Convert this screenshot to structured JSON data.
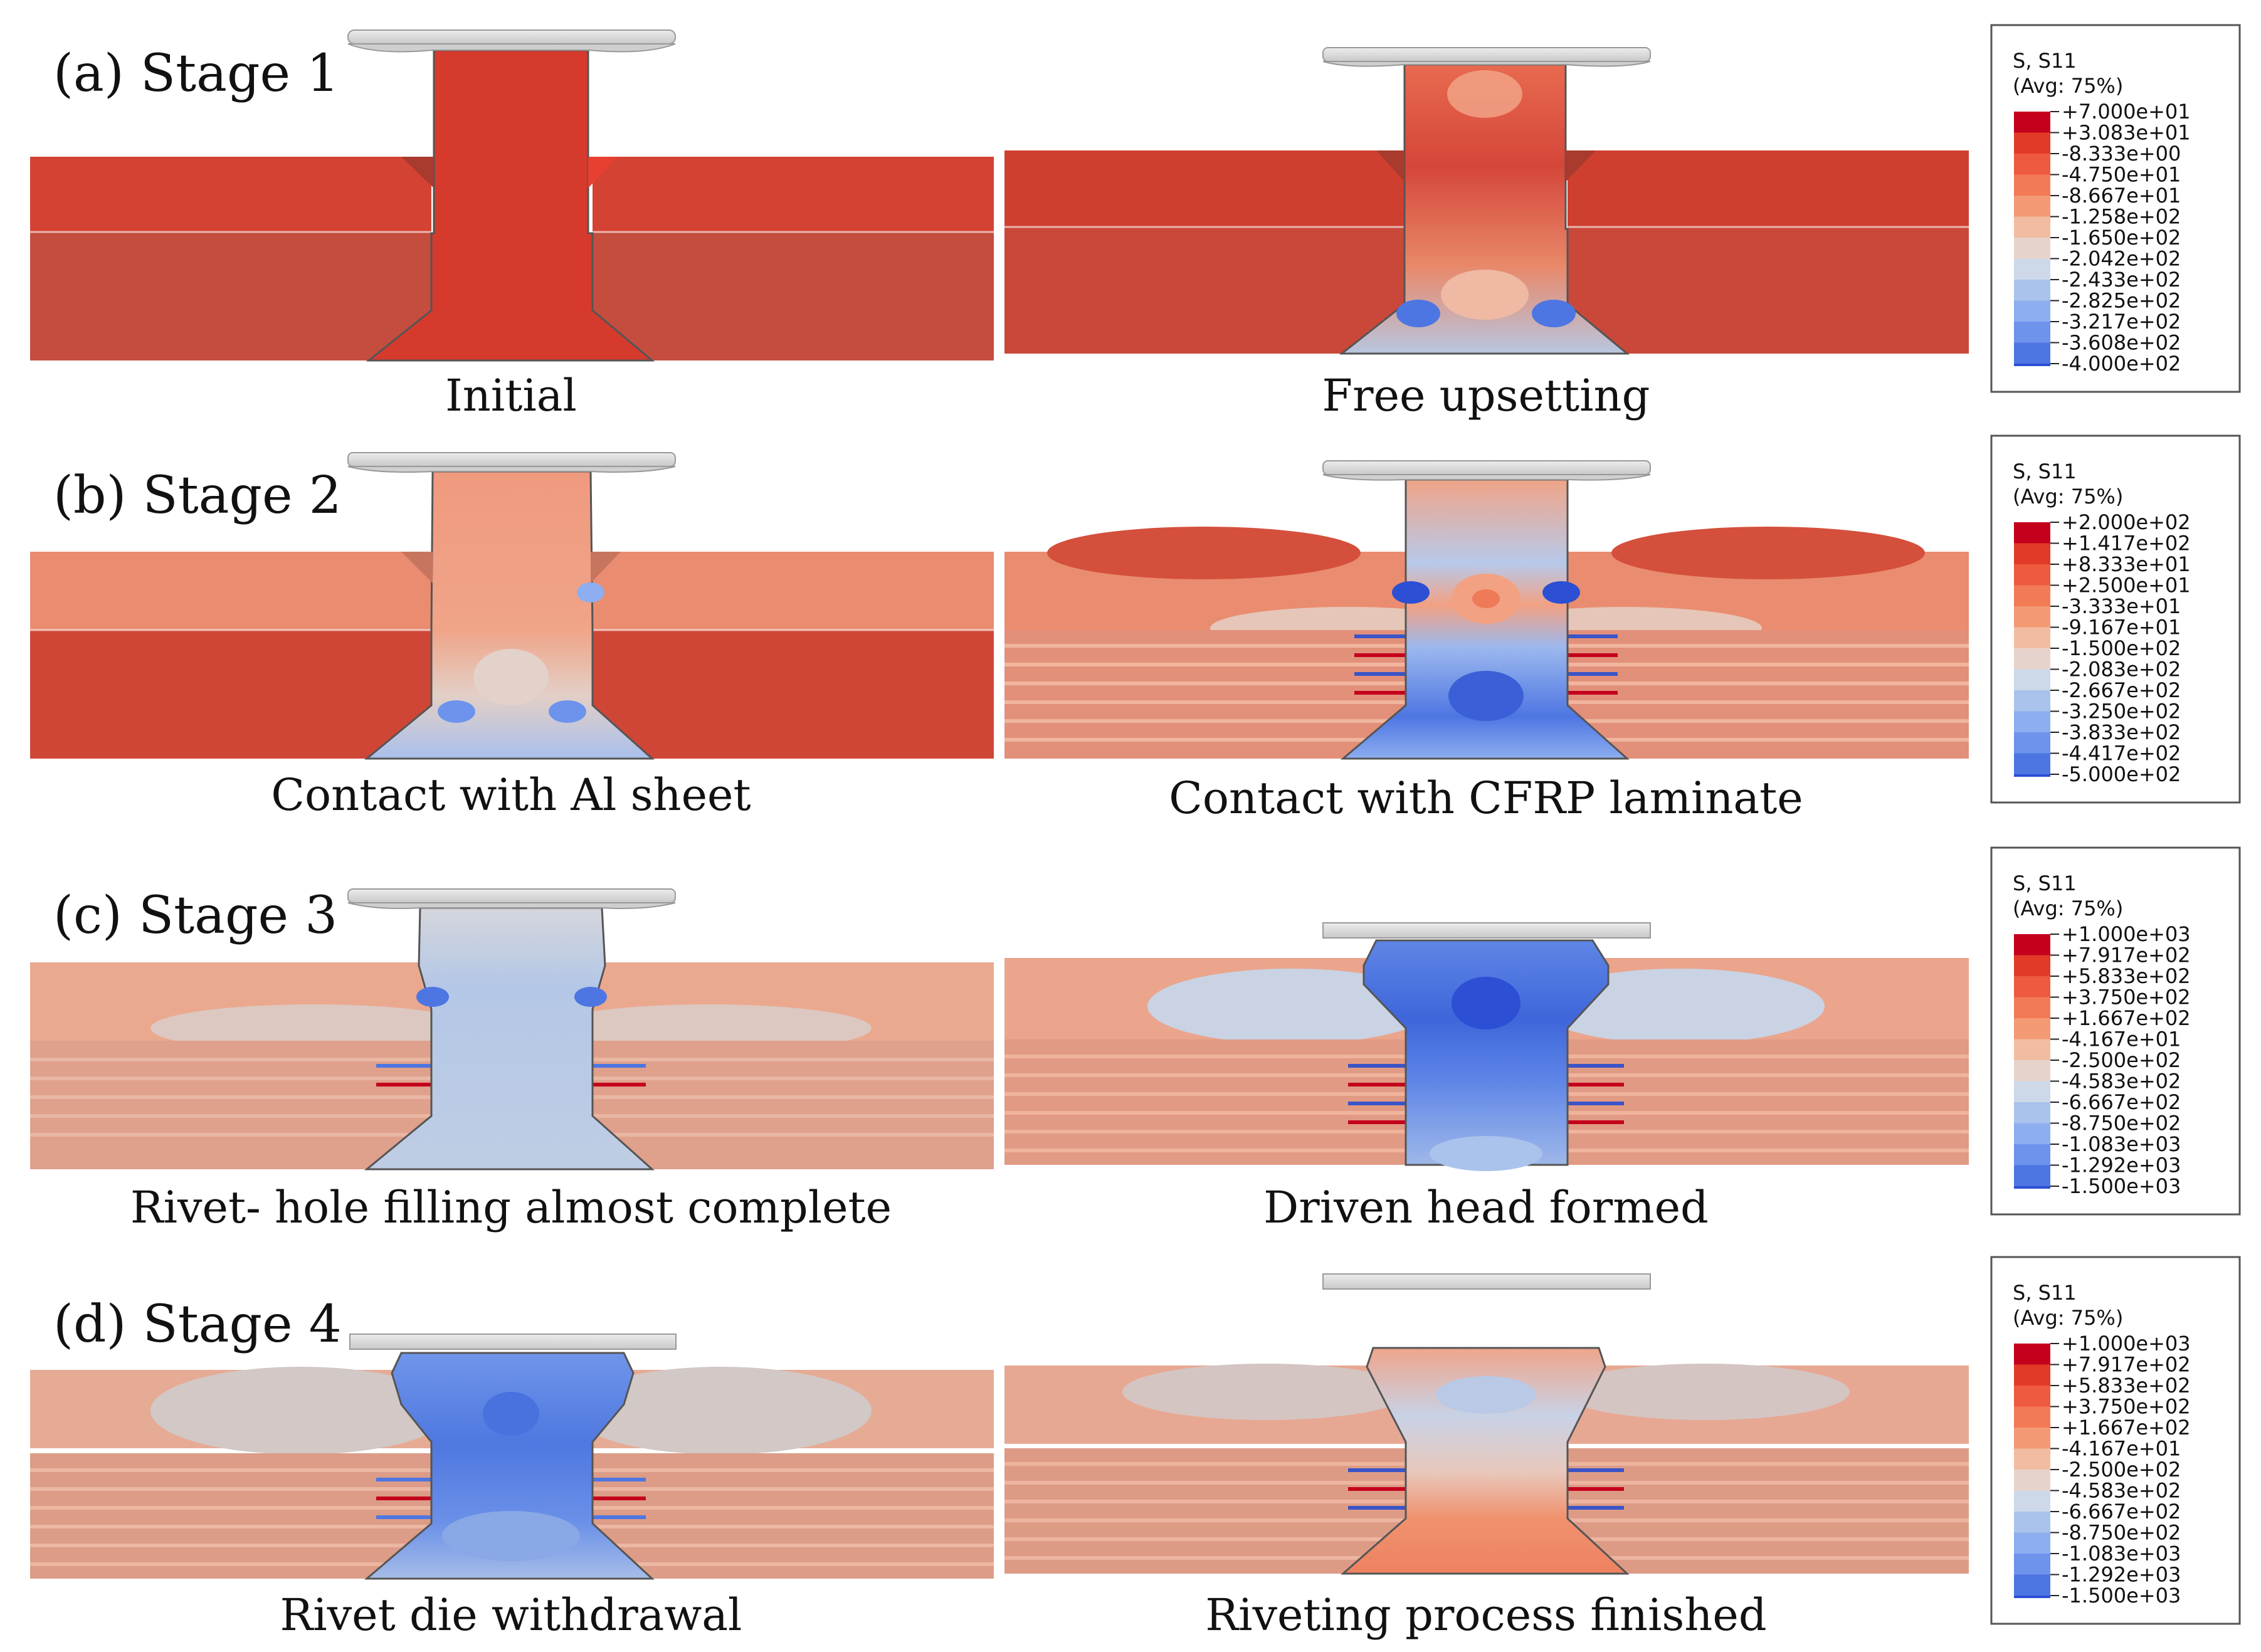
{
  "stages": [
    {
      "title": "(a) Stage 1",
      "left_caption": "Initial",
      "right_caption": "Free upsetting",
      "legend": {
        "header": "S, S11",
        "avg": "(Avg: 75%)",
        "values": [
          "+7.000e+01",
          "+3.083e+01",
          "-8.333e+00",
          "-4.750e+01",
          "-8.667e+01",
          "-1.258e+02",
          "-1.650e+02",
          "-2.042e+02",
          "-2.433e+02",
          "-2.825e+02",
          "-3.217e+02",
          "-3.608e+02",
          "-4.000e+02"
        ]
      }
    },
    {
      "title": "(b) Stage 2",
      "left_caption": "Contact with Al sheet",
      "right_caption": "Contact with CFRP laminate",
      "legend": {
        "header": "S, S11",
        "avg": "(Avg: 75%)",
        "values": [
          "+2.000e+02",
          "+1.417e+02",
          "+8.333e+01",
          "+2.500e+01",
          "-3.333e+01",
          "-9.167e+01",
          "-1.500e+02",
          "-2.083e+02",
          "-2.667e+02",
          "-3.250e+02",
          "-3.833e+02",
          "-4.417e+02",
          "-5.000e+02"
        ]
      }
    },
    {
      "title": "(c) Stage 3",
      "left_caption": "Rivet- hole filling almost complete",
      "right_caption": "Driven head formed",
      "legend": {
        "header": "S, S11",
        "avg": "(Avg: 75%)",
        "values": [
          "+1.000e+03",
          "+7.917e+02",
          "+5.833e+02",
          "+3.750e+02",
          "+1.667e+02",
          "-4.167e+01",
          "-2.500e+02",
          "-4.583e+02",
          "-6.667e+02",
          "-8.750e+02",
          "-1.083e+03",
          "-1.292e+03",
          "-1.500e+03"
        ]
      }
    },
    {
      "title": "(d) Stage 4",
      "left_caption": "Rivet die withdrawal",
      "right_caption": "Riveting process finished",
      "legend": {
        "header": "S, S11",
        "avg": "(Avg: 75%)",
        "values": [
          "+1.000e+03",
          "+7.917e+02",
          "+5.833e+02",
          "+3.750e+02",
          "+1.667e+02",
          "-4.167e+01",
          "-2.500e+02",
          "-4.583e+02",
          "-6.667e+02",
          "-8.750e+02",
          "-1.083e+03",
          "-1.292e+03",
          "-1.500e+03"
        ]
      }
    }
  ],
  "colors": {
    "legend_scale": [
      "#c4001c",
      "#e23a28",
      "#ee5a3e",
      "#f27a55",
      "#f39a74",
      "#f2bca2",
      "#e6d4cc",
      "#cdd9e8",
      "#aac3ec",
      "#8daef0",
      "#6d93ec",
      "#4d76e2",
      "#2c4fd4"
    ],
    "die": "#d9d9d9",
    "die_edge": "#9a9a9a"
  }
}
